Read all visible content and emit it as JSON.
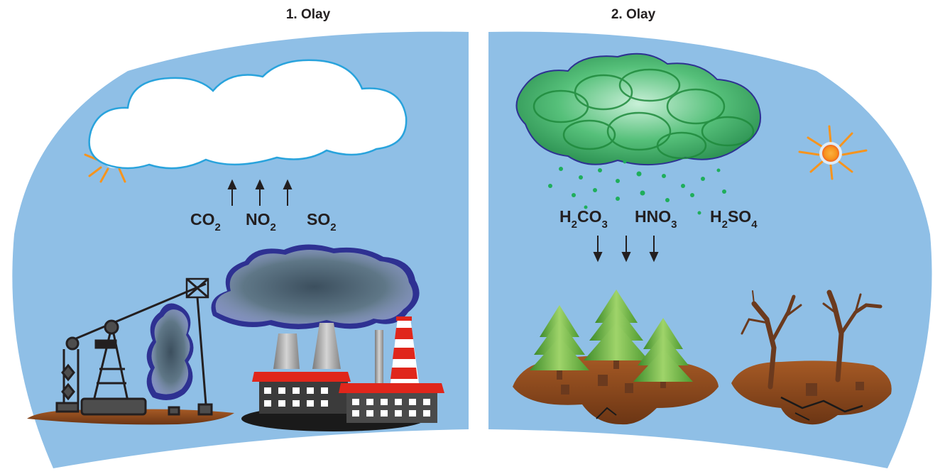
{
  "panels": [
    {
      "title": "1. Olay",
      "gases": [
        {
          "base_before": "CO",
          "sub": "2",
          "base_after": "",
          "sub2": ""
        },
        {
          "base_before": "NO",
          "sub": "2",
          "base_after": "",
          "sub2": ""
        },
        {
          "base_before": "SO",
          "sub": "2",
          "base_after": "",
          "sub2": ""
        }
      ],
      "arrow_direction": "up"
    },
    {
      "title": "2. Olay",
      "acids": [
        {
          "parts": [
            "H",
            "2",
            "CO",
            "3"
          ]
        },
        {
          "parts": [
            "HNO",
            "3"
          ]
        },
        {
          "parts": [
            "H",
            "2",
            "SO",
            "4"
          ]
        }
      ],
      "arrow_direction": "down"
    }
  ],
  "colors": {
    "sky": "#8fbfe6",
    "cloud_outline": "#29a3dc",
    "smoke": "#4b6070",
    "acid_cloud": "#3fb56a",
    "sun": "#f7941d",
    "ground": "#8b4a1c",
    "factory_roof": "#e0261b",
    "factory_wall": "#3b3b3b",
    "tree_green": "#6cb33f",
    "dead_tree": "#6b3a1e",
    "text": "#231f20"
  }
}
